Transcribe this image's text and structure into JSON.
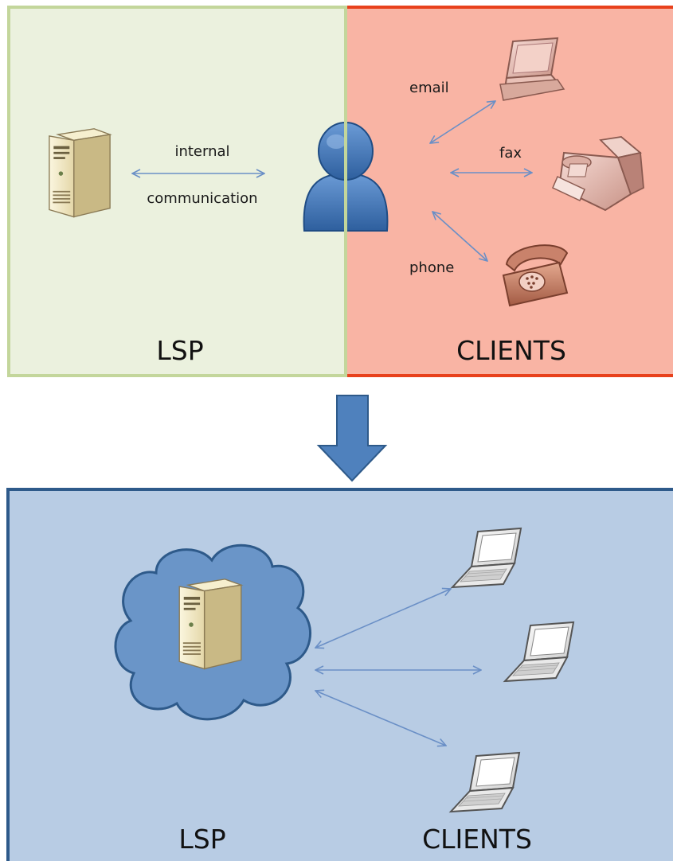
{
  "top_panel": {
    "left_label": "LSP",
    "right_label": "CLIENTS",
    "internal_line1": "internal",
    "internal_line2": "communication",
    "email_label": "email",
    "fax_label": "fax",
    "phone_label": "phone",
    "left_color": "#ebf1de",
    "left_border": "#c3d69b",
    "right_color": "#f9b4a4",
    "right_border": "#e8411c"
  },
  "bottom_panel": {
    "left_label": "LSP",
    "right_label": "CLIENTS",
    "background": "#b8cce4",
    "border": "#2e5a8a",
    "cloud_color": "#6a95c8"
  },
  "transition_arrow_color": "#4f81bd",
  "connector_color": "#6a8fc6"
}
